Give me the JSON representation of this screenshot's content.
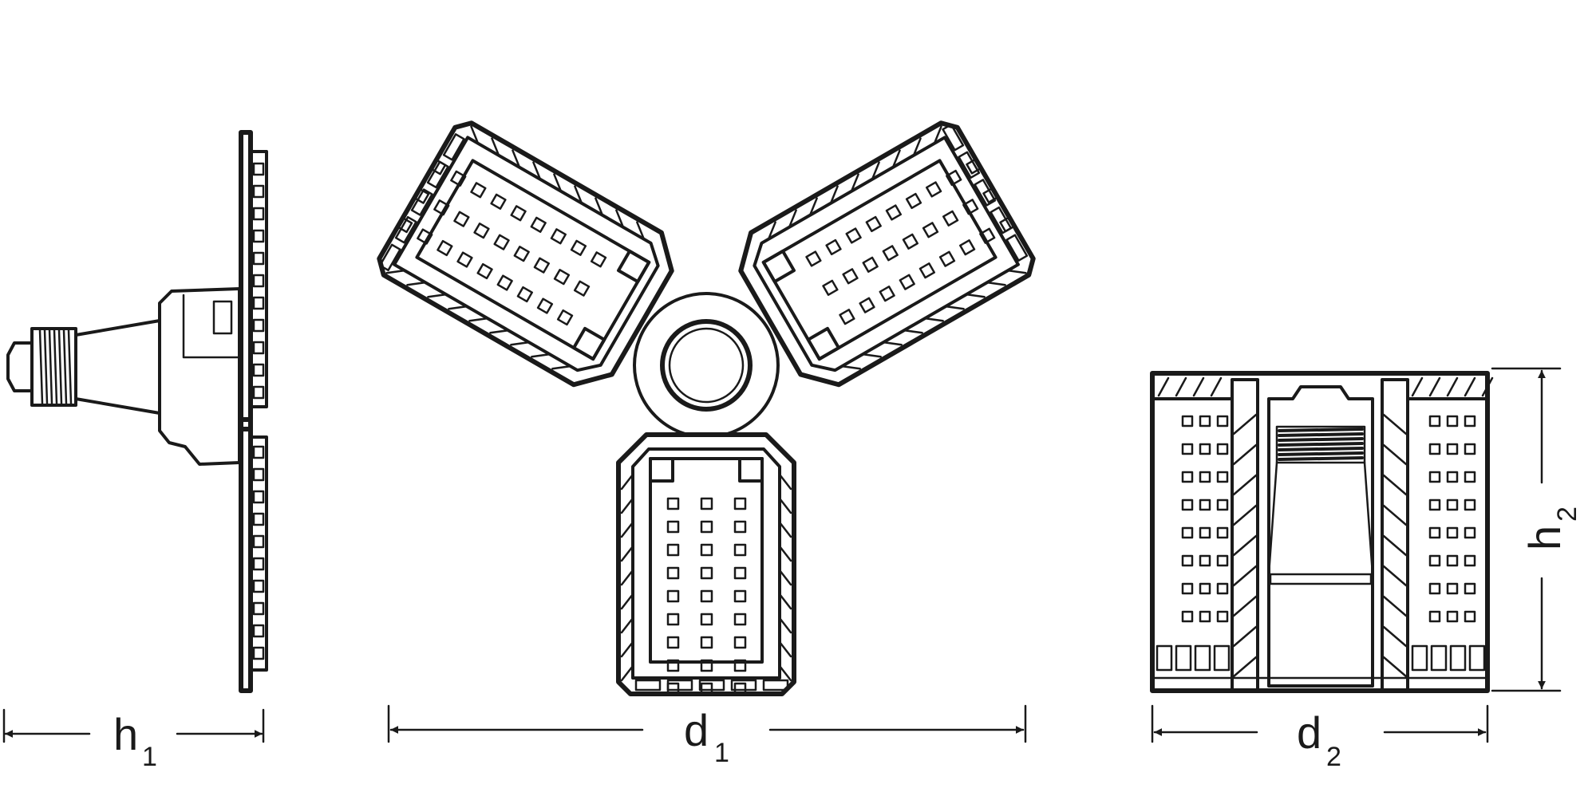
{
  "dimensions": {
    "h1": {
      "main": "h",
      "sub": "1"
    },
    "d1": {
      "main": "d",
      "sub": "1"
    },
    "d2": {
      "main": "d",
      "sub": "2"
    },
    "h2": {
      "main": "h",
      "sub": "2"
    }
  },
  "colors": {
    "line": "#1a1a1a",
    "background": "#ffffff"
  }
}
